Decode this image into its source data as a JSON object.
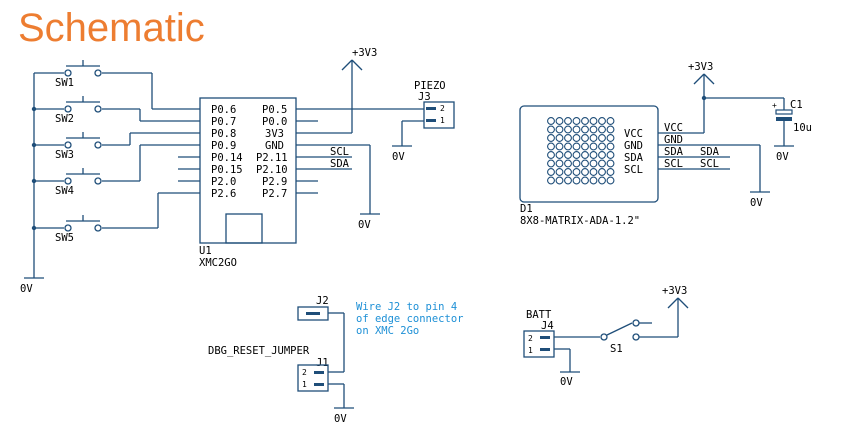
{
  "title": "Schematic",
  "colors": {
    "title": "#ED7D31",
    "wire": "#1F4E79",
    "note": "#1E90D6",
    "text": "#000000"
  },
  "switches": [
    "SW1",
    "SW2",
    "SW3",
    "SW4",
    "SW5"
  ],
  "ground_label": "0V",
  "supply_label": "+3V3",
  "u1": {
    "ref": "U1",
    "value": "XMC2GO",
    "pins_left": [
      "P0.6",
      "P0.7",
      "P0.8",
      "P0.9",
      "P0.14",
      "P0.15",
      "P2.0",
      "P2.6"
    ],
    "pins_right": [
      "P0.5",
      "P0.0",
      "3V3",
      "GND",
      "P2.11",
      "P2.10",
      "P2.9",
      "P2.7"
    ]
  },
  "net_labels": {
    "scl": "SCL",
    "sda": "SDA"
  },
  "piezo": {
    "name": "PIEZO",
    "ref": "J3",
    "pins": [
      "2",
      "1"
    ]
  },
  "d1": {
    "ref": "D1",
    "value": "8X8-MATRIX-ADA-1.2\"",
    "pins_inner": [
      "VCC",
      "GND",
      "SDA",
      "SCL"
    ],
    "pins_outer": [
      "VCC",
      "GND",
      "SDA",
      "SCL"
    ]
  },
  "c1": {
    "ref": "C1",
    "value": "10u",
    "polarity": "+"
  },
  "j2": {
    "ref": "J2"
  },
  "j1": {
    "ref": "J1",
    "name": "DBG_RESET_JUMPER",
    "pins": [
      "2",
      "1"
    ]
  },
  "note_lines": [
    "Wire J2 to pin 4",
    "of edge connector",
    "on XMC 2Go"
  ],
  "batt": {
    "name": "BATT",
    "ref": "J4",
    "pins": [
      "2",
      "1"
    ]
  },
  "s1": {
    "ref": "S1"
  }
}
